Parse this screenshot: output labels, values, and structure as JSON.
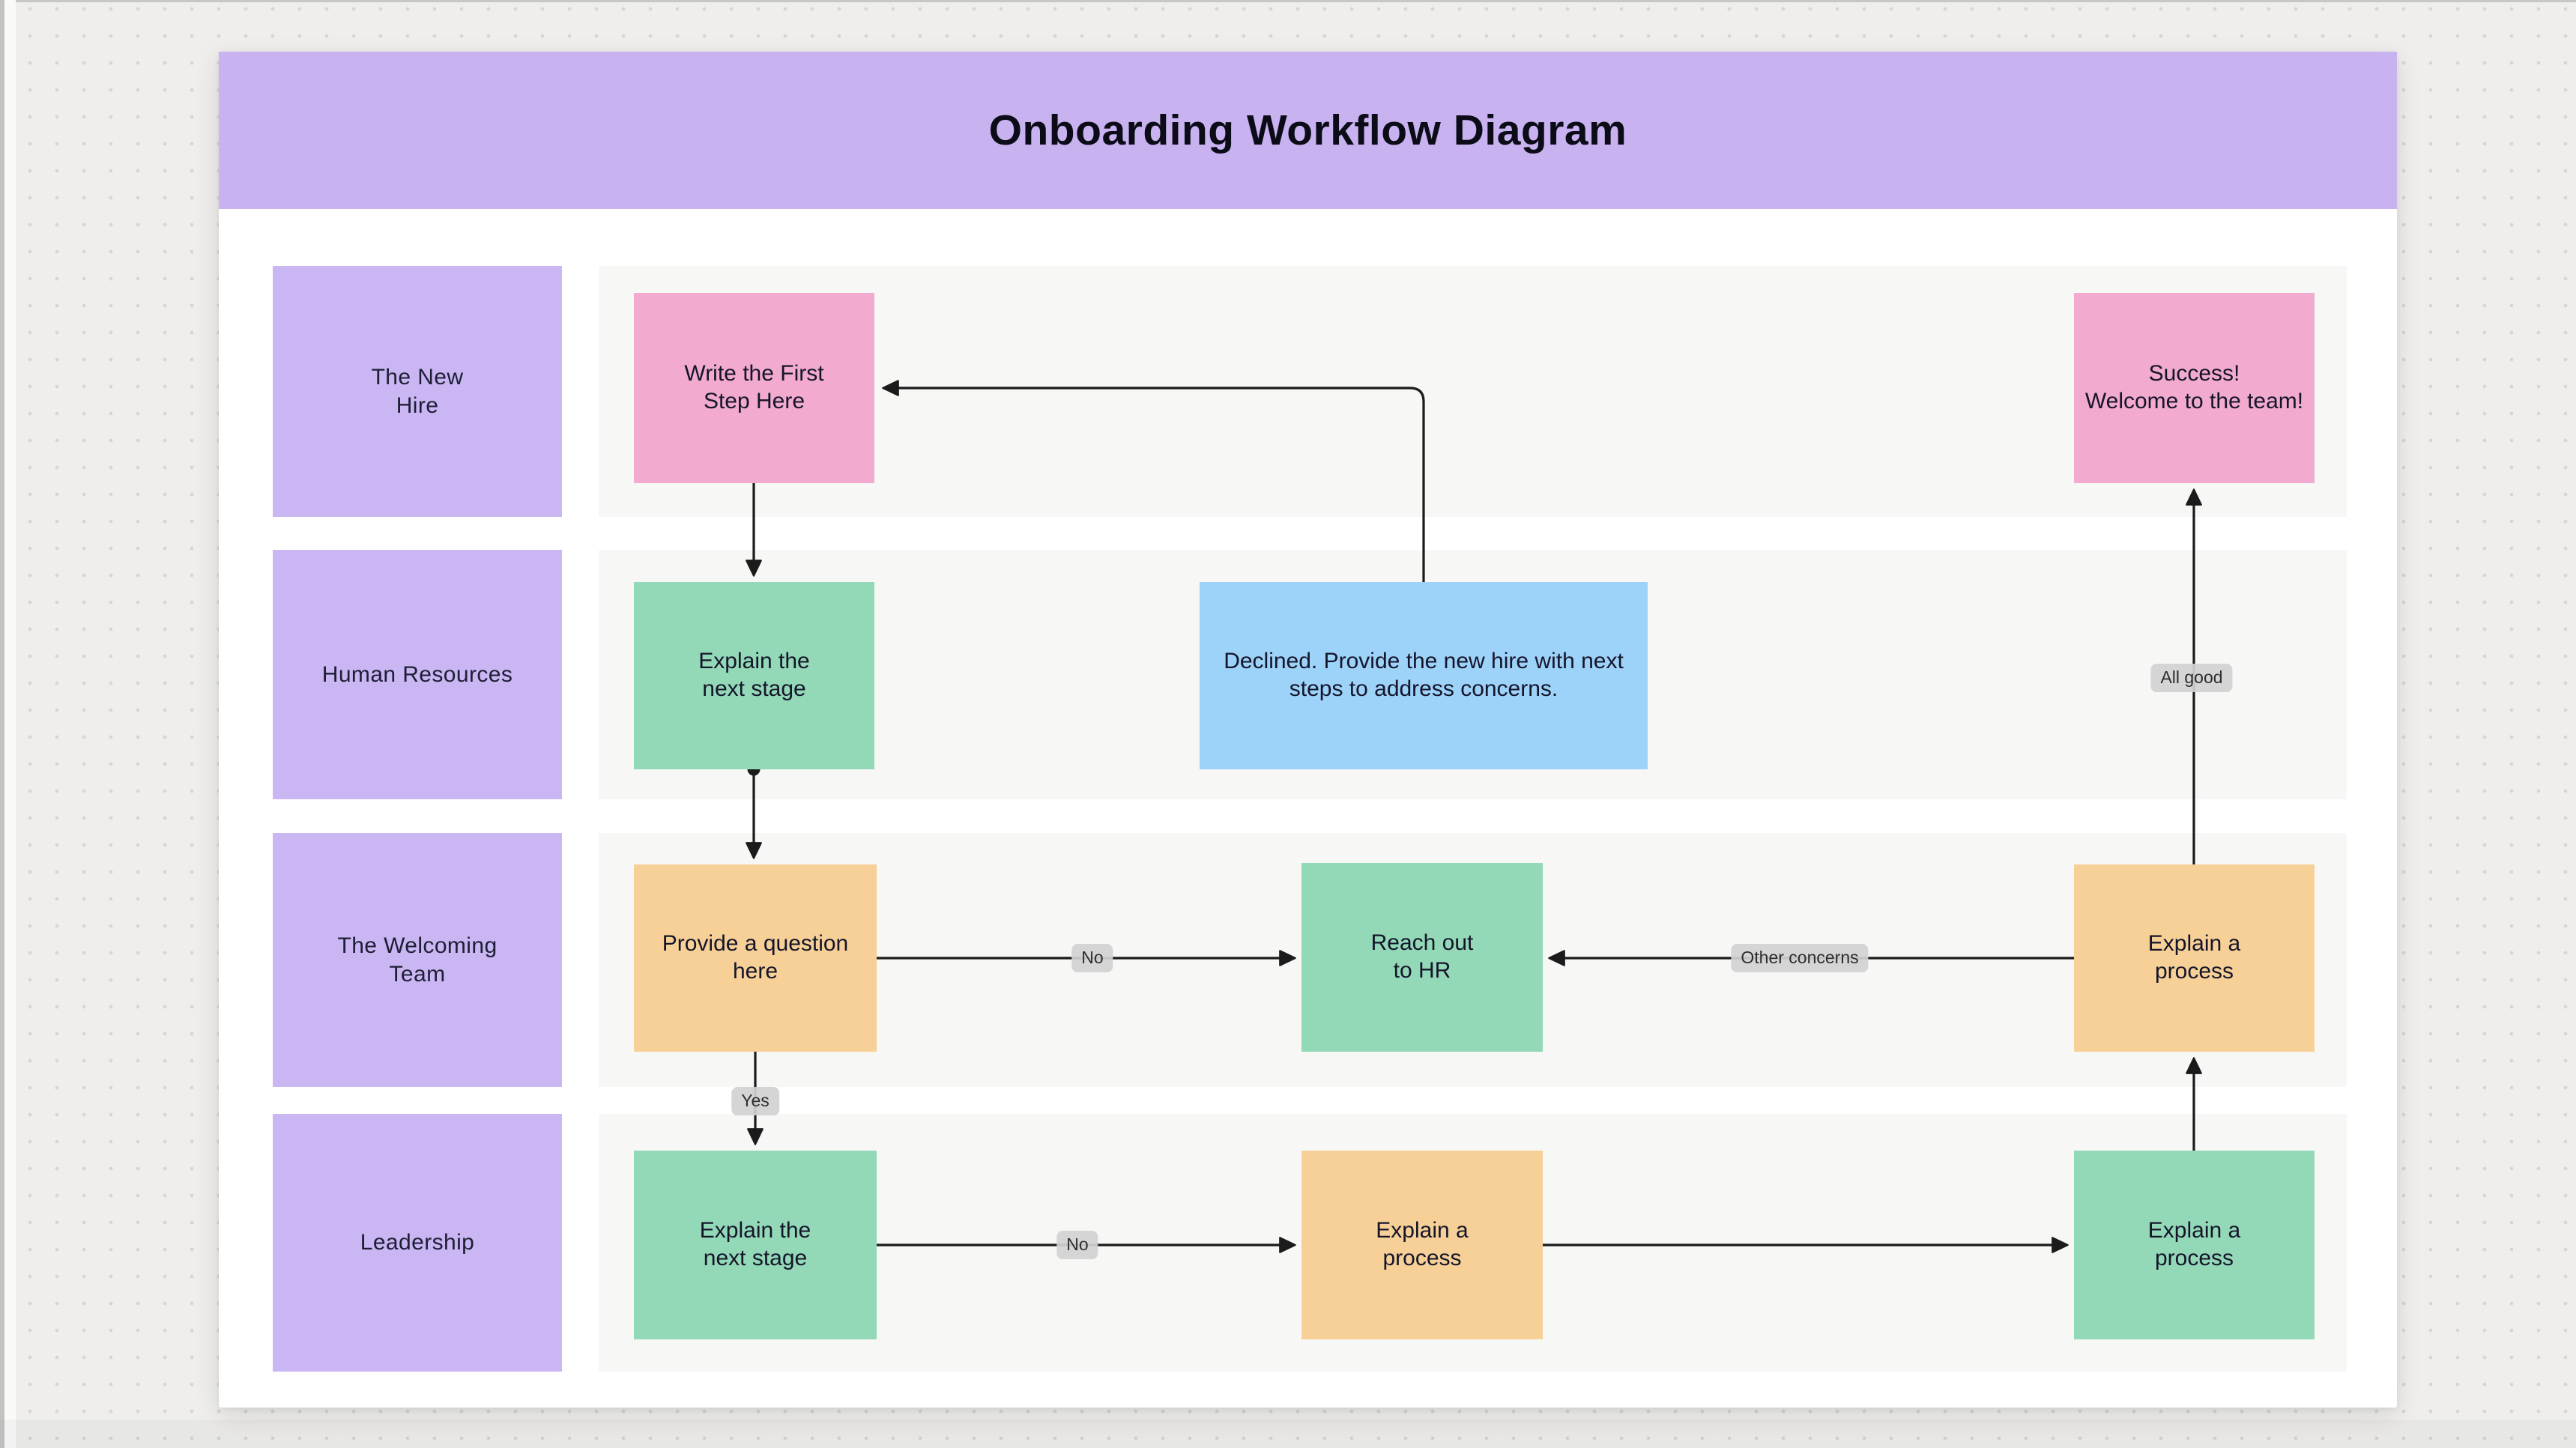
{
  "canvas": {
    "title": "Onboarding Workflow Diagram"
  },
  "colors": {
    "page_background": "#EFEEEC",
    "card_white": "#FFFFFF",
    "banner_purple": "#C8B3F0",
    "lane_label_purple": "#C9B6F2",
    "lane_track_gray": "#F7F7F6",
    "node_pink": "#F2ABCF",
    "node_green": "#93D9B8",
    "node_orange": "#F6D096",
    "node_blue": "#9DD2F9",
    "connector_black": "#1B1B1B",
    "edge_label_pill_gray": "#D1D1D1",
    "text_dark": "#15152A"
  },
  "lanes": [
    {
      "label": "The New\nHire"
    },
    {
      "label": "Human Resources"
    },
    {
      "label": "The Welcoming\nTeam"
    },
    {
      "label": "Leadership"
    }
  ],
  "nodes": [
    {
      "id": "write-first-step",
      "lane": "The New Hire",
      "color": "pink",
      "label": "Write the First\nStep Here"
    },
    {
      "id": "success-welcome",
      "lane": "The New Hire",
      "color": "pink",
      "label": "Success!\nWelcome to the team!"
    },
    {
      "id": "explain-next-stage-hr",
      "lane": "Human Resources",
      "color": "green",
      "label": "Explain the\nnext stage"
    },
    {
      "id": "declined-provide-next-steps",
      "lane": "Human Resources",
      "color": "blue",
      "label": "Declined. Provide the new hire with next\nsteps to address concerns."
    },
    {
      "id": "provide-question",
      "lane": "The Welcoming Team",
      "color": "orange",
      "label": "Provide a question\nhere"
    },
    {
      "id": "reach-out-to-hr",
      "lane": "The Welcoming Team",
      "color": "green",
      "label": "Reach out\nto HR"
    },
    {
      "id": "explain-process-welcoming",
      "lane": "The Welcoming Team",
      "color": "orange",
      "label": "Explain a\nprocess"
    },
    {
      "id": "explain-next-stage-leadership",
      "lane": "Leadership",
      "color": "green",
      "label": "Explain the\nnext stage"
    },
    {
      "id": "explain-process-leadership",
      "lane": "Leadership",
      "color": "orange",
      "label": "Explain a\nprocess"
    },
    {
      "id": "explain-process-leadership-2",
      "lane": "Leadership",
      "color": "green",
      "label": "Explain a\nprocess"
    }
  ],
  "edges": {
    "labels": {
      "no_welcoming": "No",
      "other_concerns": "Other concerns",
      "yes": "Yes",
      "no_leadership": "No",
      "all_good": "All good"
    },
    "connections": [
      {
        "from": "write-first-step",
        "to": "explain-next-stage-hr",
        "label": ""
      },
      {
        "from": "declined-provide-next-steps",
        "to": "write-first-step",
        "label": ""
      },
      {
        "from": "explain-next-stage-hr",
        "to": "provide-question",
        "label": ""
      },
      {
        "from": "provide-question",
        "to": "reach-out-to-hr",
        "label": "No"
      },
      {
        "from": "provide-question",
        "to": "explain-next-stage-leadership",
        "label": "Yes"
      },
      {
        "from": "explain-process-welcoming",
        "to": "reach-out-to-hr",
        "label": "Other concerns"
      },
      {
        "from": "explain-process-welcoming",
        "to": "success-welcome",
        "label": "All good"
      },
      {
        "from": "explain-next-stage-leadership",
        "to": "explain-process-leadership",
        "label": "No"
      },
      {
        "from": "explain-process-leadership",
        "to": "explain-process-leadership-2",
        "label": ""
      },
      {
        "from": "explain-process-leadership-2",
        "to": "explain-process-welcoming",
        "label": ""
      }
    ]
  }
}
